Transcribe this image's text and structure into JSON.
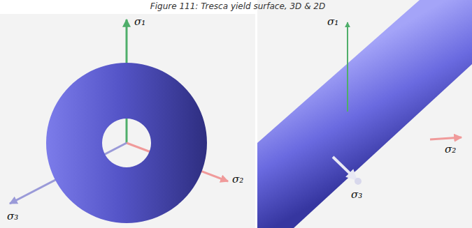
{
  "diagram": {
    "caption": "Figure 111: Tresca yield surface, 3D & 2D",
    "labels": [
      "σ₁",
      "σ₂",
      "σ₃",
      "σ₁",
      "σ₂",
      "σ₃"
    ]
  }
}
